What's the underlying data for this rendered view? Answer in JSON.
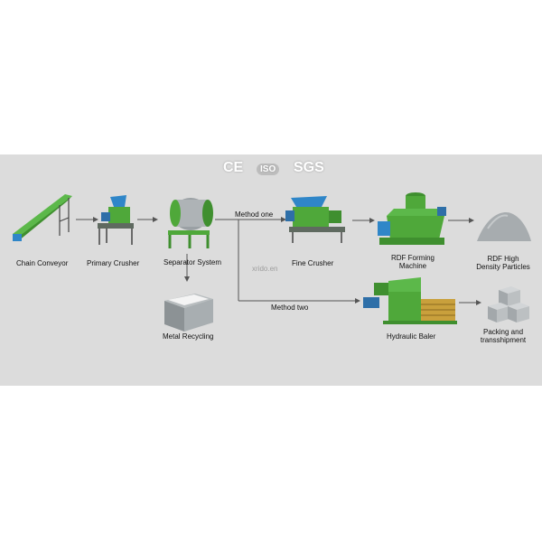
{
  "certifications": {
    "ce": "CE",
    "iso": "ISO",
    "sgs": "SGS"
  },
  "watermark": "xrido.en",
  "branches": {
    "method_one": "Method one",
    "method_two": "Method two"
  },
  "steps": {
    "chain_conveyor": "Chain Conveyor",
    "primary_crusher": "Primary Crusher",
    "separator_system": "Separator System",
    "metal_recycling": "Metal Recycling",
    "fine_crusher": "Fine Crusher",
    "rdf_forming_machine": "RDF Forming\nMachine",
    "rdf_particles": "RDF High\nDensity Particles",
    "hydraulic_baler": "Hydraulic Baler",
    "packing": "Packing and\ntransshipment"
  },
  "colors": {
    "panel": "#dcdcdc",
    "machine_green": "#4fa83a",
    "machine_blue": "#2f86c8",
    "arrow": "#555555"
  }
}
